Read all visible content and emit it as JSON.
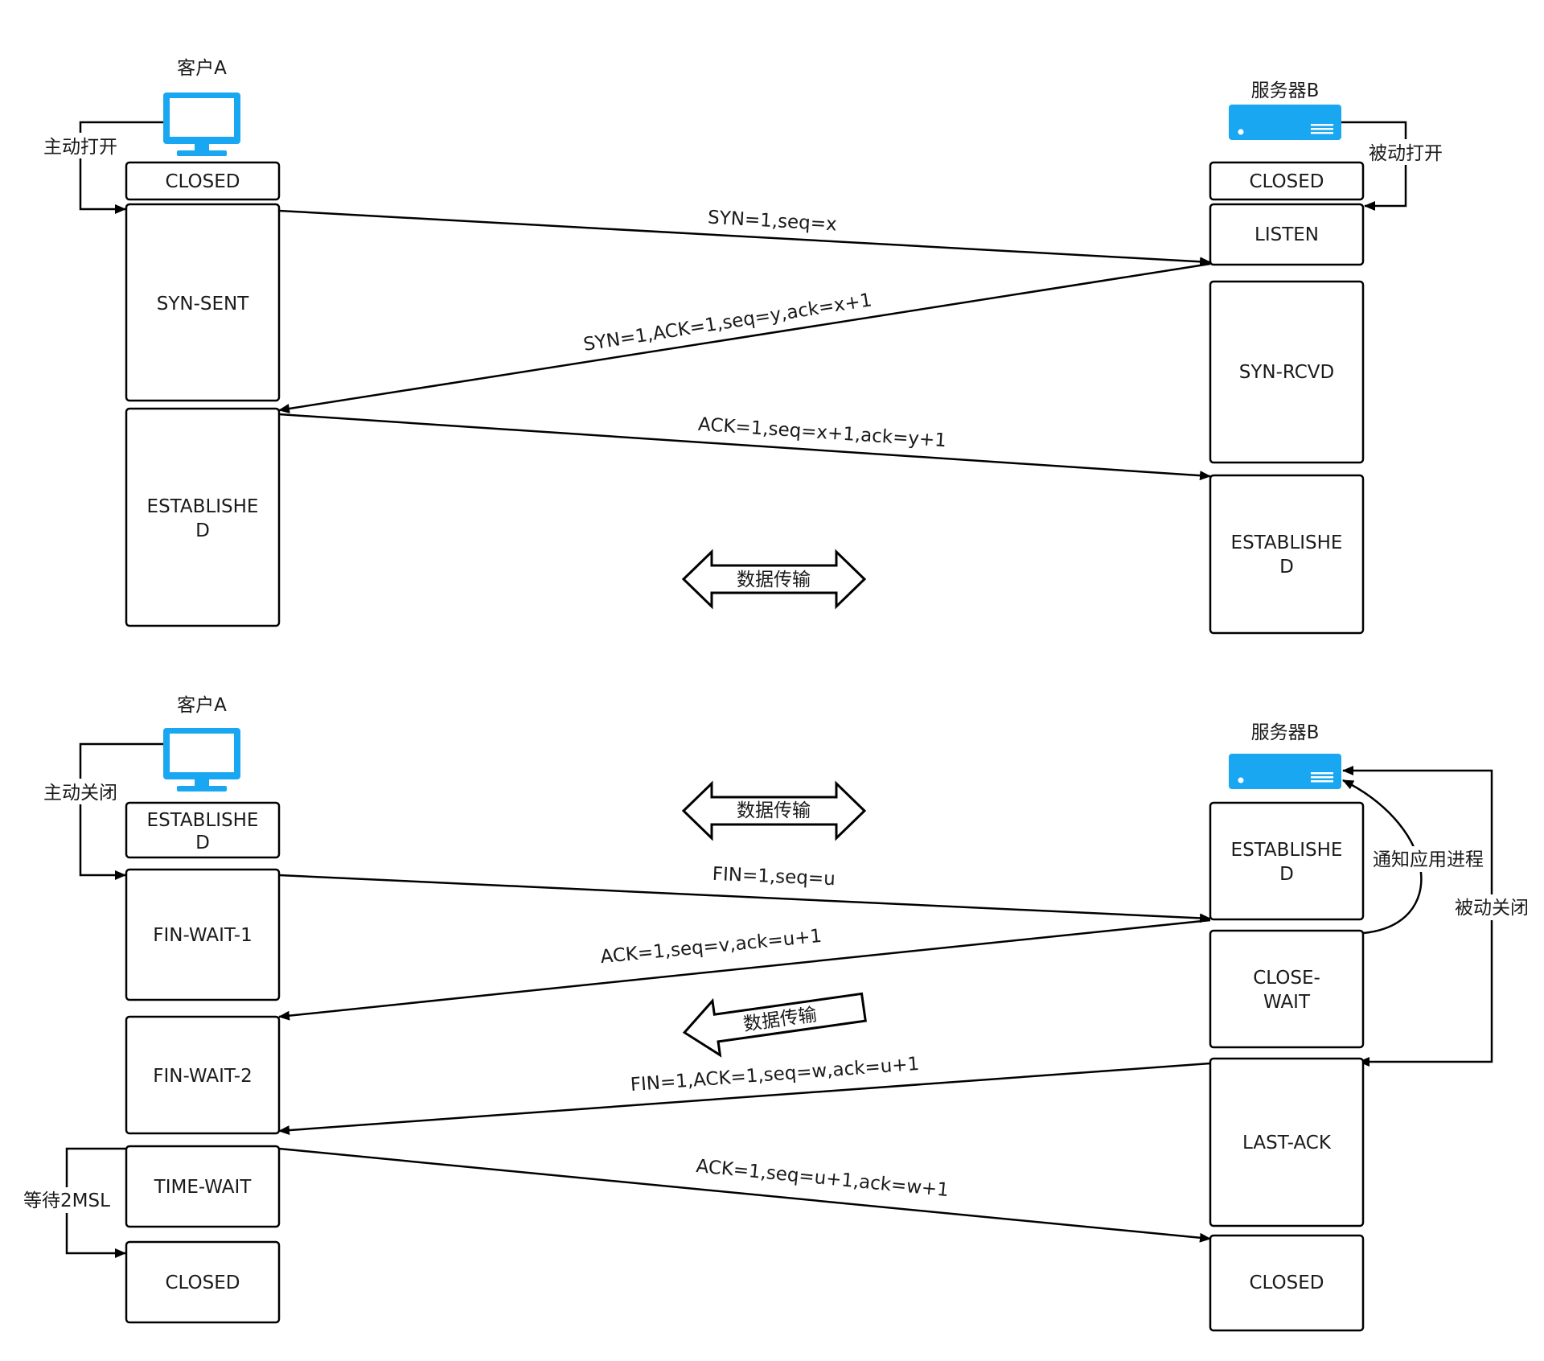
{
  "colors": {
    "icon": "#1aa7f1",
    "stroke": "#000000"
  },
  "icons": {
    "client": "monitor-icon",
    "server": "server-icon"
  },
  "handshake": {
    "client_label": "客户A",
    "server_label": "服务器B",
    "client_action": "主动打开",
    "server_action": "被动打开",
    "client_states": {
      "closed": "CLOSED",
      "syn_sent": "SYN-SENT",
      "established": [
        "ESTABLISHE",
        "D"
      ]
    },
    "server_states": {
      "closed": "CLOSED",
      "listen": "LISTEN",
      "syn_rcvd": "SYN-RCVD",
      "established": [
        "ESTABLISHE",
        "D"
      ]
    },
    "messages": {
      "syn": "SYN=1,seq=x",
      "syn_ack": "SYN=1,ACK=1,seq=y,ack=x+1",
      "ack": "ACK=1,seq=x+1,ack=y+1"
    },
    "data_transfer": "数据传输"
  },
  "teardown": {
    "client_label": "客户A",
    "server_label": "服务器B",
    "client_action": "主动关闭",
    "server_action": "被动关闭",
    "notify_app": "通知应用进程",
    "wait_label": "等待2MSL",
    "client_states": {
      "established": [
        "ESTABLISHE",
        "D"
      ],
      "fin_wait_1": "FIN-WAIT-1",
      "fin_wait_2": "FIN-WAIT-2",
      "time_wait": "TIME-WAIT",
      "closed": "CLOSED"
    },
    "server_states": {
      "established": [
        "ESTABLISHE",
        "D"
      ],
      "close_wait": [
        "CLOSE-",
        "WAIT"
      ],
      "last_ack": "LAST-ACK",
      "closed": "CLOSED"
    },
    "messages": {
      "fin": "FIN=1,seq=u",
      "ack": "ACK=1,seq=v,ack=u+1",
      "fin_ack": "FIN=1,ACK=1,seq=w,ack=u+1",
      "final_ack": "ACK=1,seq=u+1,ack=w+1"
    },
    "data_transfer": "数据传输",
    "data_transfer_oneway": "数据传输"
  }
}
